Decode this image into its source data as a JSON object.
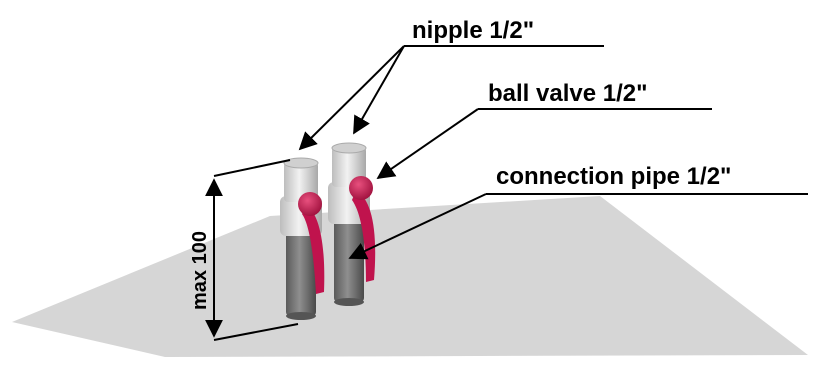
{
  "labels": {
    "nipple": "nipple 1/2\"",
    "ball_valve": "ball valve 1/2\"",
    "connection_pipe": "connection pipe 1/2\"",
    "height": "max 100"
  },
  "colors": {
    "floor": "#d6d6d6",
    "nipple": "#e6e6e6",
    "pipe": "#7a7a7a",
    "valve_handle": "#c0134d",
    "line": "#000000"
  }
}
